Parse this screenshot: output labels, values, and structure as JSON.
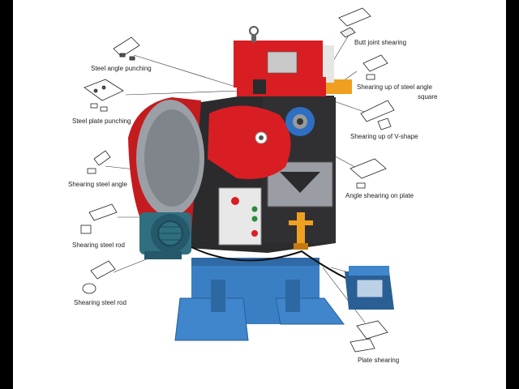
{
  "labels": {
    "butt_joint": "Butt joint shearing",
    "steel_angle_punching": "Steel angle punching",
    "steel_plate_punching": "Steel plate punching",
    "shearing_up_angle_line1": "Shearing up of steel angle",
    "shearing_up_angle_line2": "square",
    "shearing_v_shape": "Shearing up of V-shape",
    "shearing_steel_angle": "Shearing steel angle",
    "angle_shearing_plate": "Angle shearing on plate",
    "shearing_steel_rod_1": "Shearing steel rod",
    "shearing_steel_rod_2": "Shearing steel rod",
    "plate_shearing": "Plate shearing"
  },
  "colors": {
    "machine_red": "#d81e22",
    "body_dark": "#2b2b2d",
    "base_blue": "#3a7fc4",
    "motor_teal": "#2f6f7f",
    "accent_orange": "#f0a020"
  }
}
